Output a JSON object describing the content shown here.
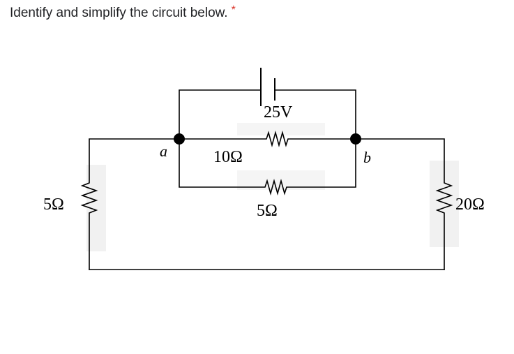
{
  "question": {
    "title": "Identify and simplify the circuit below.",
    "required_marker": "*",
    "required_color": "#d93025"
  },
  "circuit": {
    "source_label": "25V",
    "node_a_label": "a",
    "node_b_label": "b",
    "resistor_10_label": "10Ω",
    "resistor_mid_label": "5Ω",
    "resistor_left_label": "5Ω",
    "resistor_right_label": "20Ω",
    "wire_color": "#000000"
  }
}
